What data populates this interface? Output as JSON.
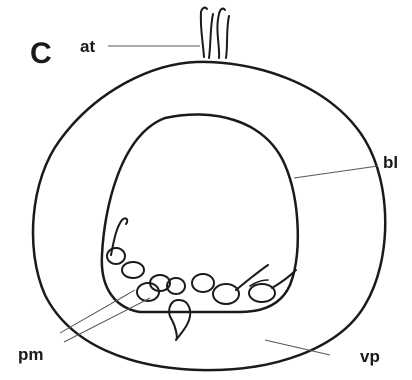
{
  "figure": {
    "panel_letter": "C",
    "labels": {
      "at": "at",
      "bl": "bl",
      "pm": "pm",
      "vp": "vp"
    }
  },
  "colors": {
    "ink": "#1a1a1a",
    "leader": "#555555",
    "background": "#ffffff"
  }
}
